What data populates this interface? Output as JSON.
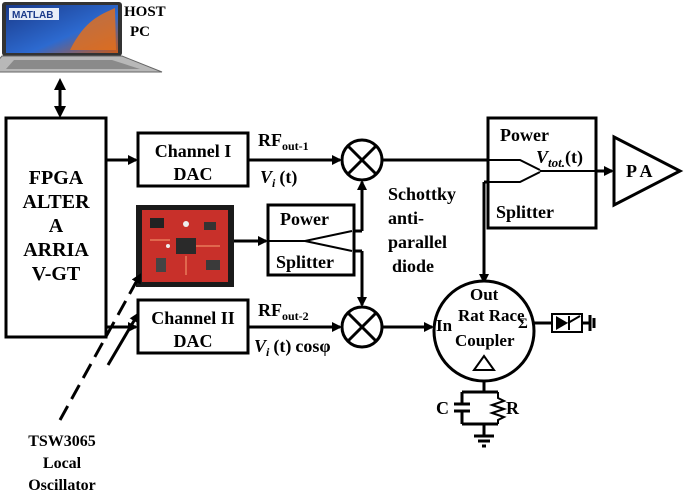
{
  "host": {
    "screen_text": "MATLAB",
    "line1": "HOST",
    "line2": "PC"
  },
  "fpga": {
    "line1": "FPGA",
    "line2": "ALTER",
    "line3": "A",
    "line4": "ARRIA",
    "line5": "V-GT"
  },
  "dac1": {
    "line1": "Channel I",
    "line2": "DAC"
  },
  "dac2": {
    "line1": "Channel II",
    "line2": "DAC"
  },
  "sig1": {
    "rf": "RF",
    "rf_sub": "out-1",
    "v": "V",
    "v_sub": "i",
    "v_arg": "(t)"
  },
  "sig2": {
    "rf": "RF",
    "rf_sub": "out-2",
    "v": "V",
    "v_sub": "i",
    "v_arg": "(t)",
    "cos": "cosφ"
  },
  "splitter_small": {
    "line1": "Power",
    "line2": "Splitter"
  },
  "splitter_big": {
    "line1": "Power",
    "line2": "Splitter"
  },
  "vtot": {
    "v": "V",
    "sub": "tot.",
    "arg": "(t)"
  },
  "pa": "P A",
  "schottky": {
    "line1": "Schottky",
    "line2": "anti-",
    "line3": "parallel",
    "line4": "diode"
  },
  "coupler": {
    "out": "Out",
    "line1": "Rat Race",
    "line2": "Coupler",
    "in": "In",
    "sigma": "Σ"
  },
  "rc": {
    "c": "C",
    "r": "R"
  },
  "lo": {
    "line1": "TSW3065",
    "line2": "Local",
    "line3": "Oscillator"
  }
}
